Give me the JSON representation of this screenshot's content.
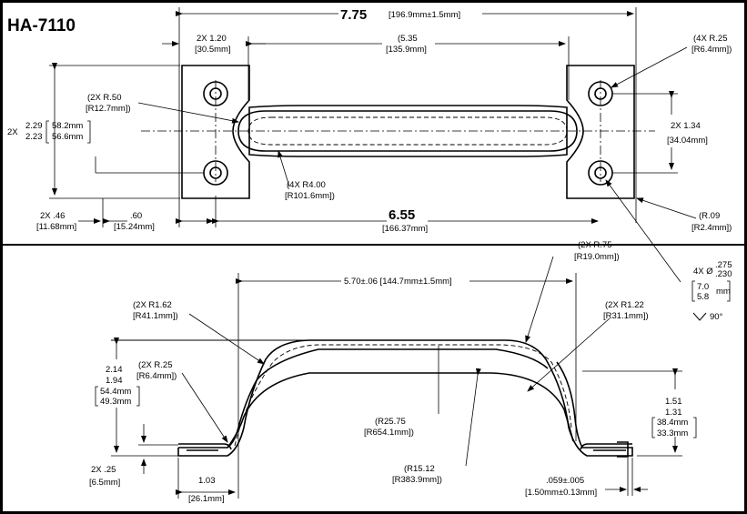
{
  "title": "HA-7110",
  "top_view": {
    "overall_length": "7.75",
    "overall_length_mm": "[196.9mm±1.5mm]",
    "inner_length": "(5.35",
    "inner_length_mm": "[135.9mm]",
    "hole_spacing_inline": "2X 1.20",
    "hole_spacing_inline_mm": "[30.5mm]",
    "corner_radius": "(4X R.25",
    "corner_radius_mm": "[R6.4mm])",
    "grip_end_radius": "(2X R.50",
    "grip_end_radius_mm": "[R12.7mm])",
    "side_radius": "(4X R4.00",
    "side_radius_mm": "[R101.6mm])",
    "width_prefix": "2X",
    "width_max": "2.29",
    "width_min": "2.23",
    "width_max_mm": "58.2mm",
    "width_min_mm": "56.6mm",
    "hole_spacing_cross": "2X 1.34",
    "hole_spacing_cross_mm": "[34.04mm]",
    "edge_offset": "2X .46",
    "edge_offset_mm": "[11.68mm]",
    "foot_offset": ".60",
    "foot_offset_mm": "[15.24mm]",
    "mounting_length": "6.55",
    "mounting_length_mm": "[166.37mm]",
    "small_radius": "(R.09",
    "small_radius_mm": "[R2.4mm])",
    "hole_dia_prefix": "4X Ø",
    "hole_dia_max": ".275",
    "hole_dia_min": ".230",
    "hole_dia_max_mm": "7.0",
    "hole_dia_min_mm": "5.8",
    "hole_dia_unit": "mm",
    "countersink_angle": "90°"
  },
  "side_view": {
    "grip_length": "5.70±.06 [144.7mm±1.5mm]",
    "top_radius": "(2X R.75",
    "top_radius_mm": "[R19.0mm])",
    "outer_bend_radius": "(2X R1.62",
    "outer_bend_radius_mm": "[R41.1mm])",
    "inner_bend_radius": "(2X R1.22",
    "inner_bend_radius_mm": "[R31.1mm])",
    "foot_radius": "(2X R.25",
    "foot_radius_mm": "[R6.4mm])",
    "height_max": "2.14",
    "height_min": "1.94",
    "height_max_mm": "54.4mm",
    "height_min_mm": "49.3mm",
    "top_arc_radius": "(R25.75",
    "top_arc_radius_mm": "[R654.1mm])",
    "bottom_arc_radius": "(R15.12",
    "bottom_arc_radius_mm": "[R383.9mm])",
    "inner_height_max": "1.51",
    "inner_height_min": "1.31",
    "inner_height_max_mm": "38.4mm",
    "inner_height_min_mm": "33.3mm",
    "foot_thickness": "2X .25",
    "foot_thickness_mm": "[6.5mm]",
    "foot_length": "1.03",
    "foot_length_mm": "[26.1mm]",
    "material_thickness": ".059±.005",
    "material_thickness_mm": "[1.50mm±0.13mm]"
  }
}
